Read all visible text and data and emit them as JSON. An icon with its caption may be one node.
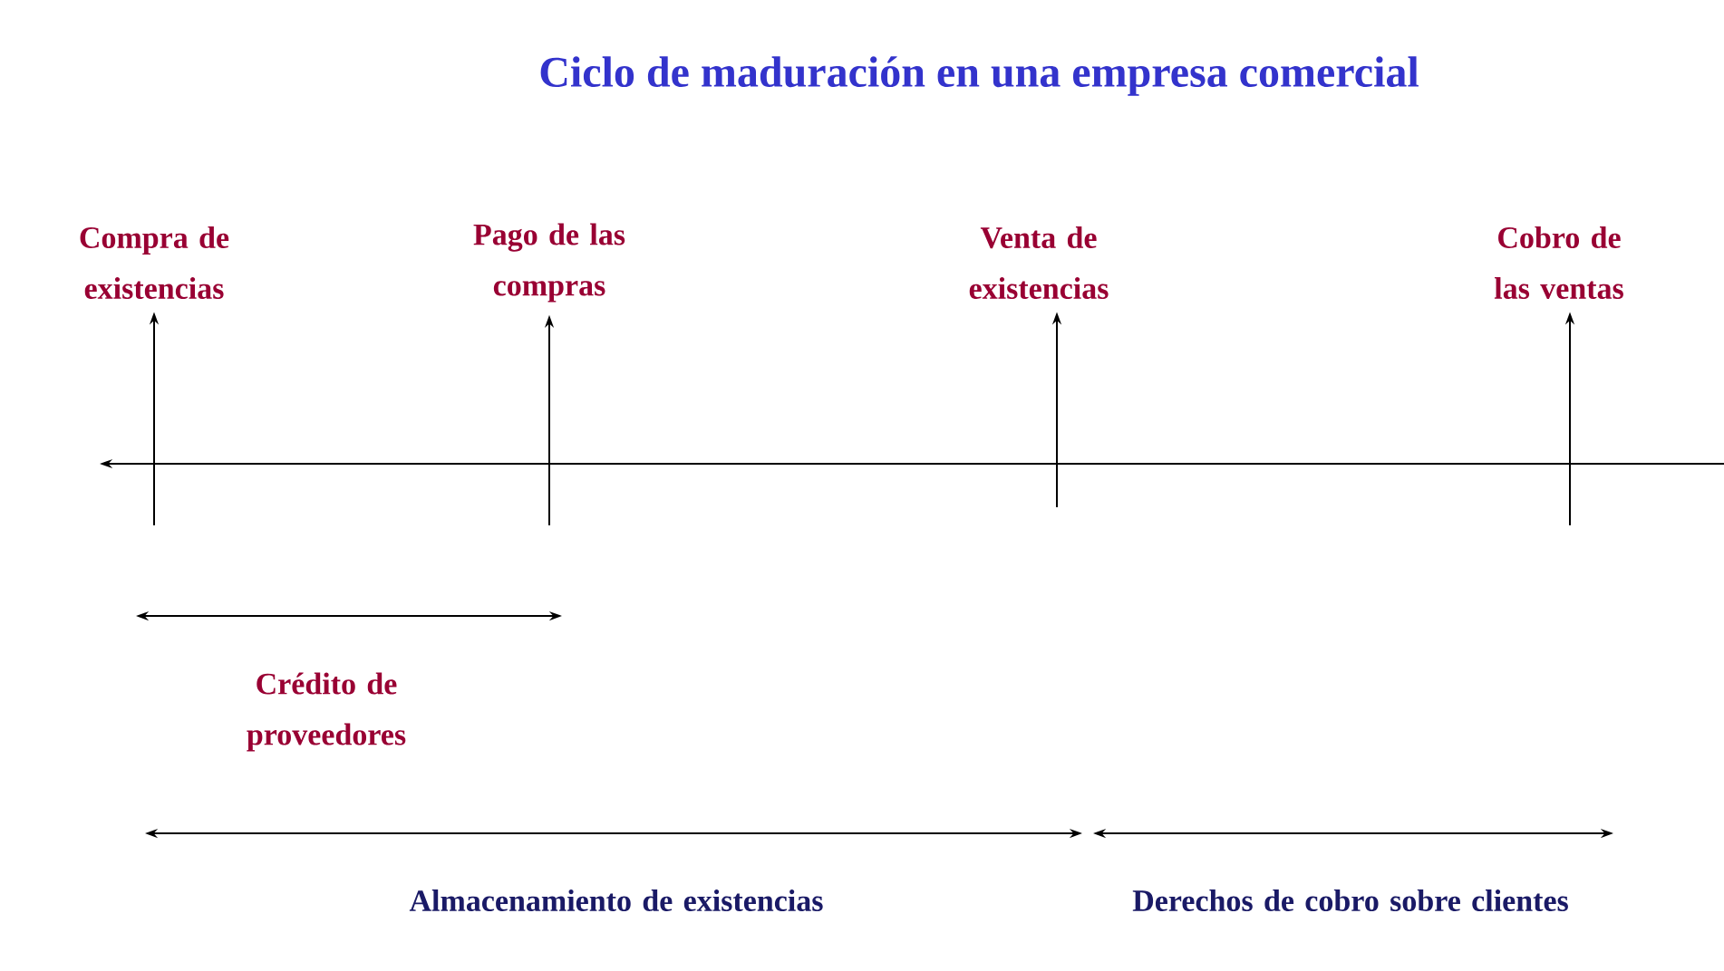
{
  "diagram": {
    "title": "Ciclo de maduración en una empresa comercial",
    "nodes": [
      {
        "text": [
          "Compra de existencias"
        ]
      },
      {
        "text": [
          "Pago de las compras"
        ]
      },
      {
        "text": [
          "Venta de existencias"
        ]
      },
      {
        "text": [
          "Cobro de las ventas"
        ]
      }
    ],
    "edges": [
      {
        "from": null,
        "to": 0,
        "arrow": "to"
      },
      {
        "from": null,
        "to": 1,
        "arrow": "to"
      },
      {
        "from": null,
        "to": 2,
        "arrow": "to"
      },
      {
        "from": null,
        "to": 3,
        "arrow": "to"
      }
    ],
    "labels": [
      "Crédito de proveedores",
      "Almacenamiento de existencias",
      "Derechos de cobro sobre clientes"
    ]
  }
}
